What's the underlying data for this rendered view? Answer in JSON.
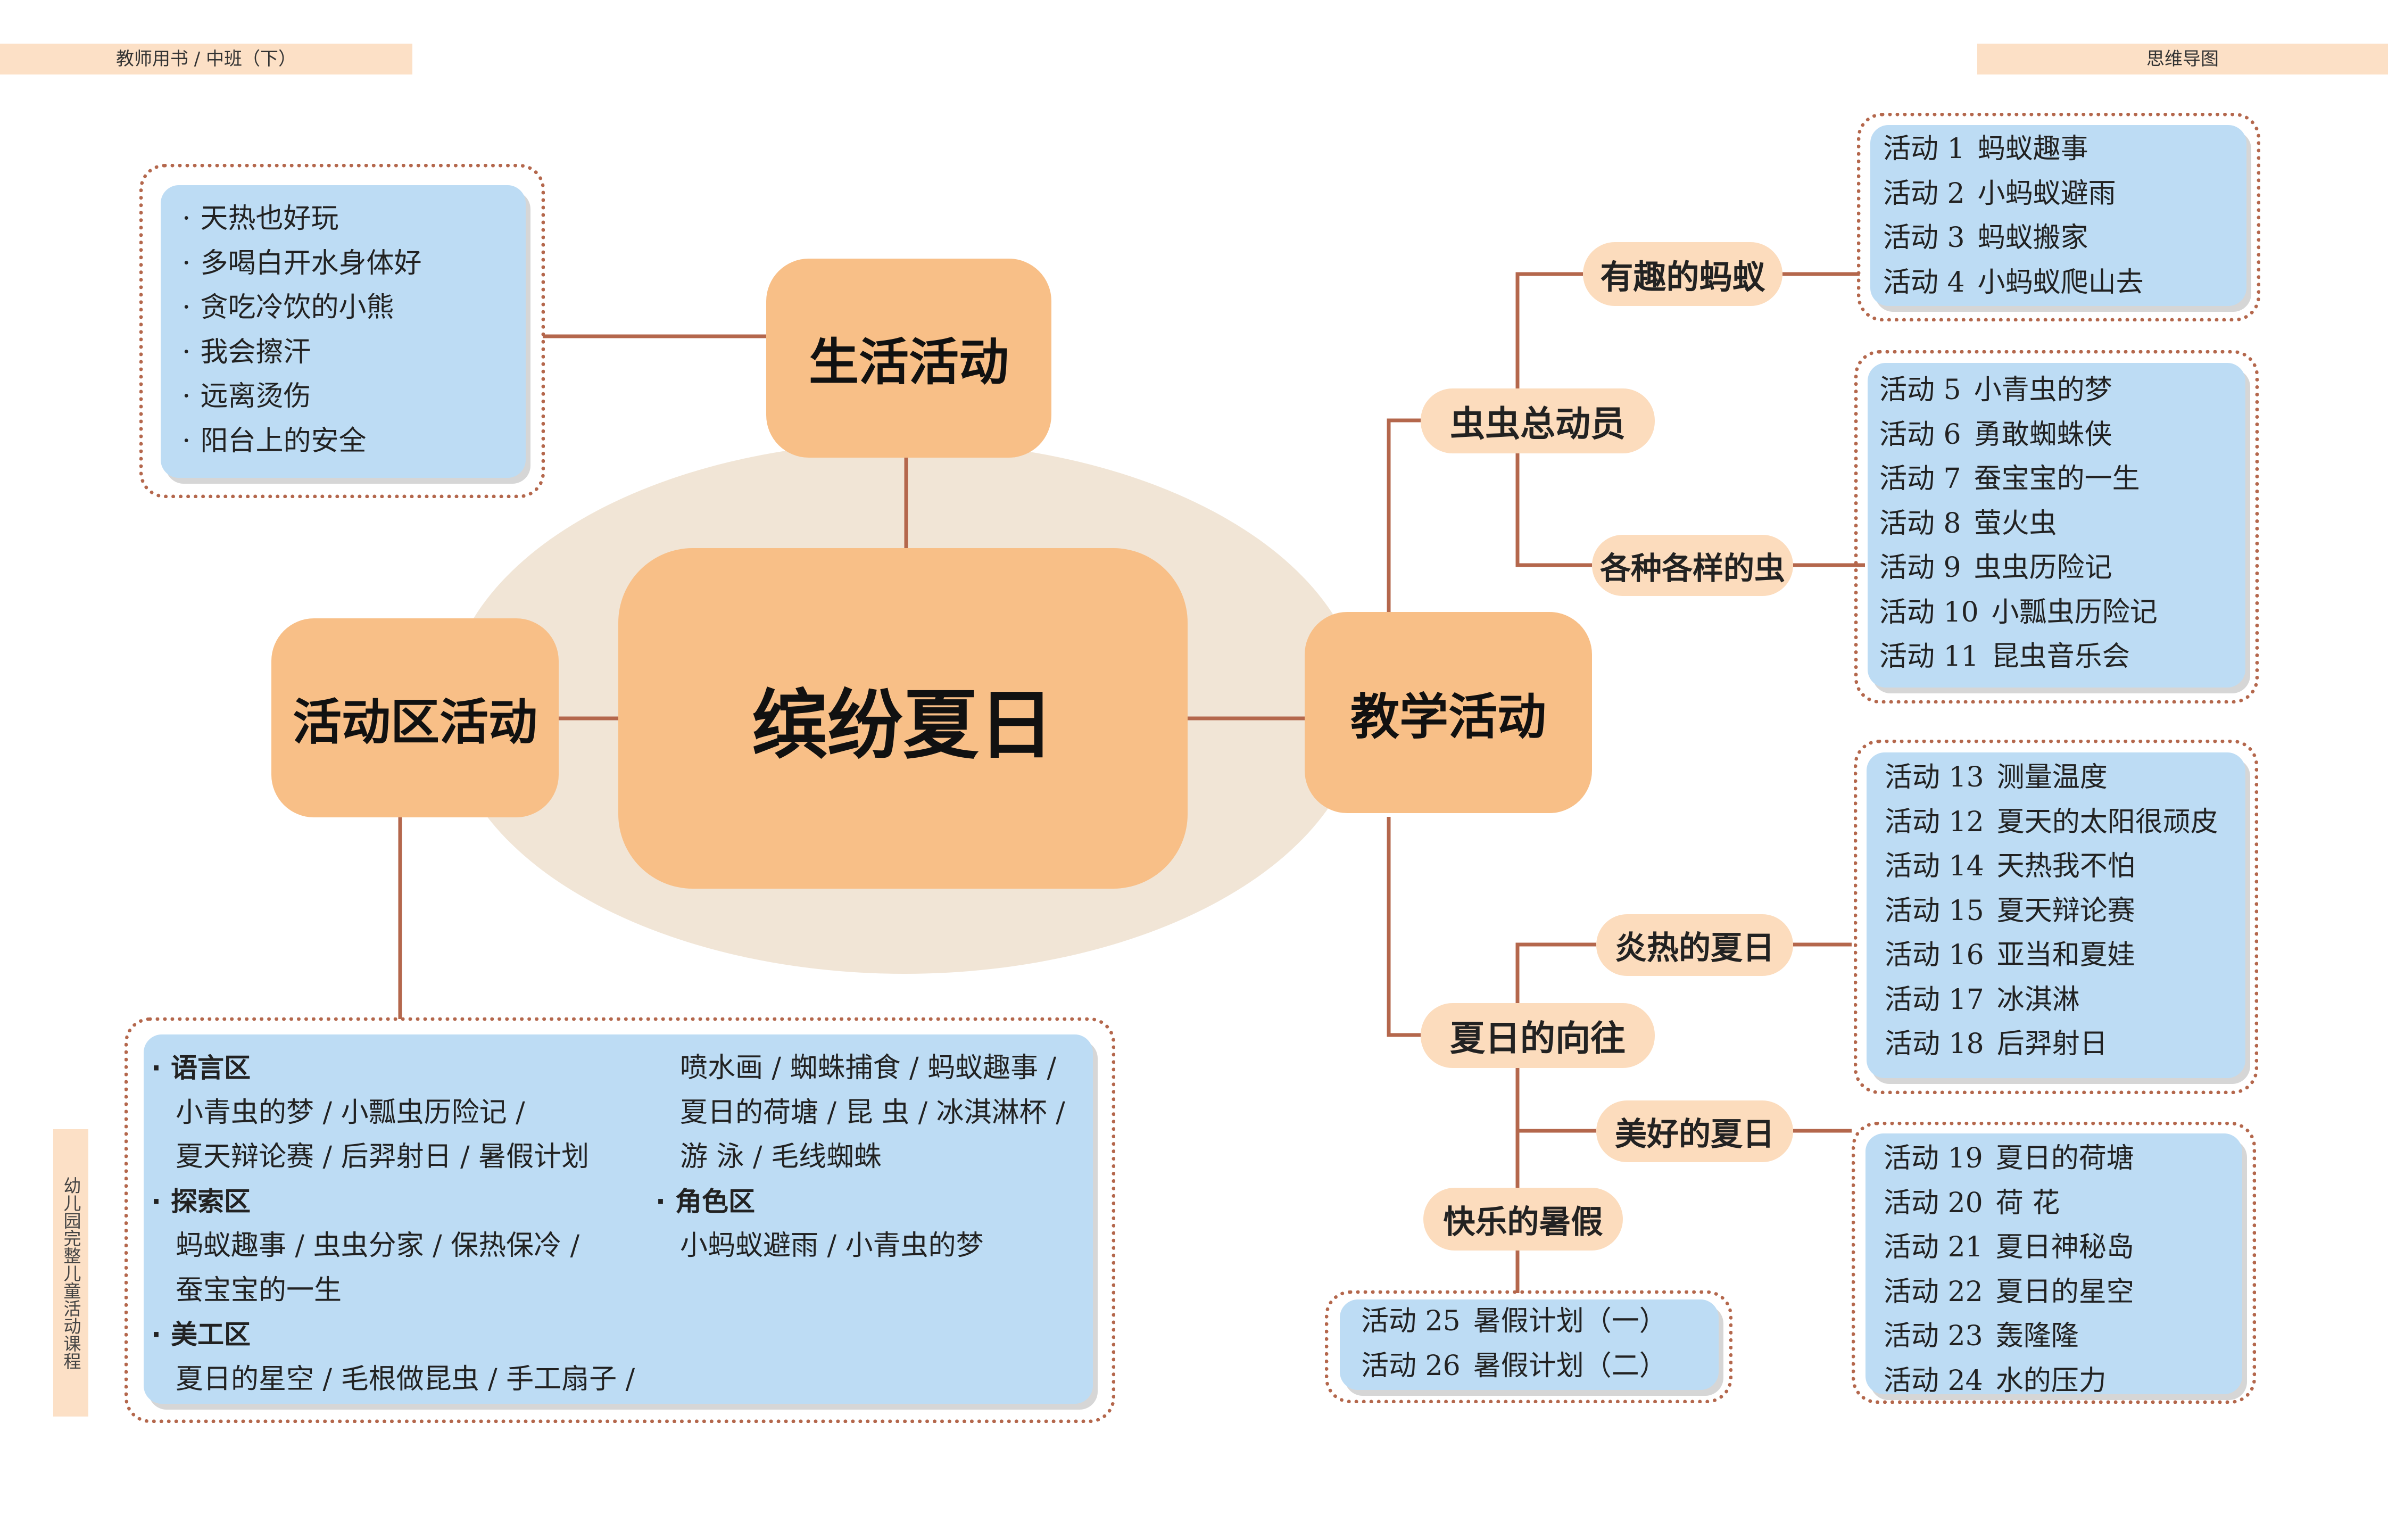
{
  "header": {
    "left": "教师用书 / 中班（下）",
    "right": "思维导图"
  },
  "side_label": "幼儿园完整儿童活动课程",
  "center": {
    "title": "缤纷夏日"
  },
  "life": {
    "label": "生活活动",
    "items": [
      "天热也好玩",
      "多喝白开水身体好",
      "贪吃冷饮的小熊",
      "我会擦汗",
      "远离烫伤",
      "阳台上的安全"
    ]
  },
  "area": {
    "label": "活动区活动",
    "language": {
      "title": "语言区",
      "lines": [
        "小青虫的梦 / 小瓢虫历险记 /",
        "夏天辩论赛 / 后羿射日 / 暑假计划"
      ]
    },
    "explore": {
      "title": "探索区",
      "lines": [
        "蚂蚁趣事 / 虫虫分家 / 保热保冷 /",
        "蚕宝宝的一生"
      ]
    },
    "art": {
      "title": "美工区",
      "lines": [
        "夏日的星空 / 毛根做昆虫 / 手工扇子 /"
      ]
    },
    "art_cont": [
      "喷水画 / 蜘蛛捕食 / 蚂蚁趣事 /",
      "夏日的荷塘 / 昆  虫 / 冰淇淋杯 /",
      "游  泳 / 毛线蜘蛛"
    ],
    "role": {
      "title": "角色区",
      "lines": [
        "小蚂蚁避雨 / 小青虫的梦"
      ]
    }
  },
  "teach": {
    "label": "教学活动",
    "insects": {
      "label": "虫虫总动员",
      "ants": {
        "label": "有趣的蚂蚁",
        "items": [
          {
            "num": "活动 1",
            "name": "蚂蚁趣事"
          },
          {
            "num": "活动 2",
            "name": "小蚂蚁避雨"
          },
          {
            "num": "活动 3",
            "name": "蚂蚁搬家"
          },
          {
            "num": "活动 4",
            "name": "小蚂蚁爬山去"
          }
        ]
      },
      "bugs": {
        "label": "各种各样的虫",
        "items": [
          {
            "num": "活动 5",
            "name": "小青虫的梦"
          },
          {
            "num": "活动 6",
            "name": "勇敢蜘蛛侠"
          },
          {
            "num": "活动 7",
            "name": "蚕宝宝的一生"
          },
          {
            "num": "活动 8",
            "name": "萤火虫"
          },
          {
            "num": "活动 9",
            "name": "虫虫历险记"
          },
          {
            "num": "活动 10",
            "name": "小瓢虫历险记"
          },
          {
            "num": "活动 11",
            "name": "昆虫音乐会"
          }
        ]
      }
    },
    "summer": {
      "label": "夏日的向往",
      "hot": {
        "label": "炎热的夏日",
        "items": [
          {
            "num": "活动 13",
            "name": "测量温度"
          },
          {
            "num": "活动 12",
            "name": "夏天的太阳很顽皮"
          },
          {
            "num": "活动 14",
            "name": "天热我不怕"
          },
          {
            "num": "活动 15",
            "name": "夏天辩论赛"
          },
          {
            "num": "活动 16",
            "name": "亚当和夏娃"
          },
          {
            "num": "活动 17",
            "name": "冰淇淋"
          },
          {
            "num": "活动 18",
            "name": "后羿射日"
          }
        ]
      },
      "nice": {
        "label": "美好的夏日",
        "items": [
          {
            "num": "活动 19",
            "name": "夏日的荷塘"
          },
          {
            "num": "活动 20",
            "name": "荷  花"
          },
          {
            "num": "活动 21",
            "name": "夏日神秘岛"
          },
          {
            "num": "活动 22",
            "name": "夏日的星空"
          },
          {
            "num": "活动 23",
            "name": "轰隆隆"
          },
          {
            "num": "活动 24",
            "name": "水的压力"
          }
        ]
      },
      "vacation": {
        "label": "快乐的暑假",
        "items": [
          {
            "num": "活动 25",
            "name": "暑假计划（一）"
          },
          {
            "num": "活动 26",
            "name": "暑假计划（二）"
          }
        ]
      }
    }
  },
  "colors": {
    "node": "#f8bf87",
    "pill": "#fcdcbd",
    "blue": "#bddcf4",
    "line": "#b4674c",
    "ellipse": "#f1e5d6"
  }
}
